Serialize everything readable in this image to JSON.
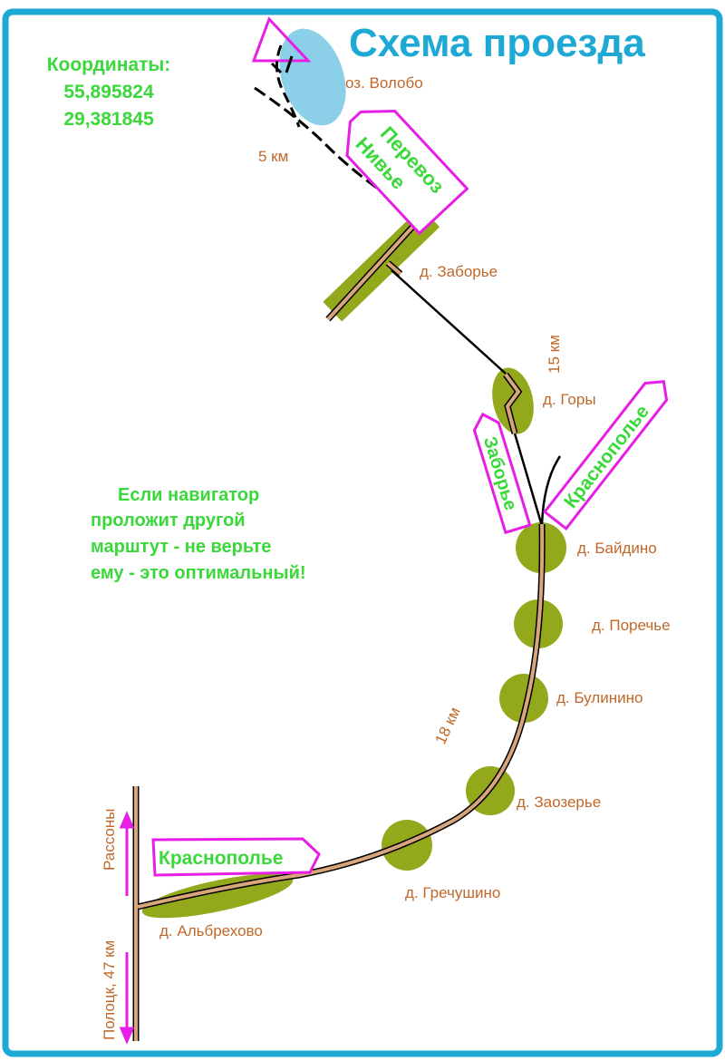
{
  "title": "Схема проезда",
  "coordinates": {
    "label": "Координаты:",
    "lat": "55,895824",
    "lon": "29,381845"
  },
  "note": [
    "Если навигатор",
    "проложит другой",
    "марштут - не верьте",
    "ему - это оптимальный!"
  ],
  "signs": {
    "ferry_line1": "Перевоз",
    "ferry_line2": "Нивье",
    "zaborye": "Заборье",
    "krasnopolye_upper": "Краснополье",
    "krasnopolye_lower": "Краснополье"
  },
  "places": {
    "lake": "оз. Волобо",
    "zaborye": "д. Заборье",
    "gory": "д. Горы",
    "baidino": "д. Байдино",
    "porechye": "д. Поречье",
    "bulinino": "д. Булинино",
    "zaozerye": "д. Заозерье",
    "grechushino": "д. Гречушино",
    "albrekhovo": "д. Альбрехово"
  },
  "distances": {
    "ferry": "5 км",
    "gory": "15 км",
    "main": "18 км"
  },
  "directions": {
    "north": "Рассоны",
    "south": "Полоцк, 47 км"
  },
  "colors": {
    "frame": "#1ea8d4",
    "road": "#d9a57a",
    "village": "#94a81c",
    "label": "#c0682a",
    "green_text": "#3ad83a",
    "sign": "#e61ee6",
    "lake": "#8ccfe8"
  }
}
